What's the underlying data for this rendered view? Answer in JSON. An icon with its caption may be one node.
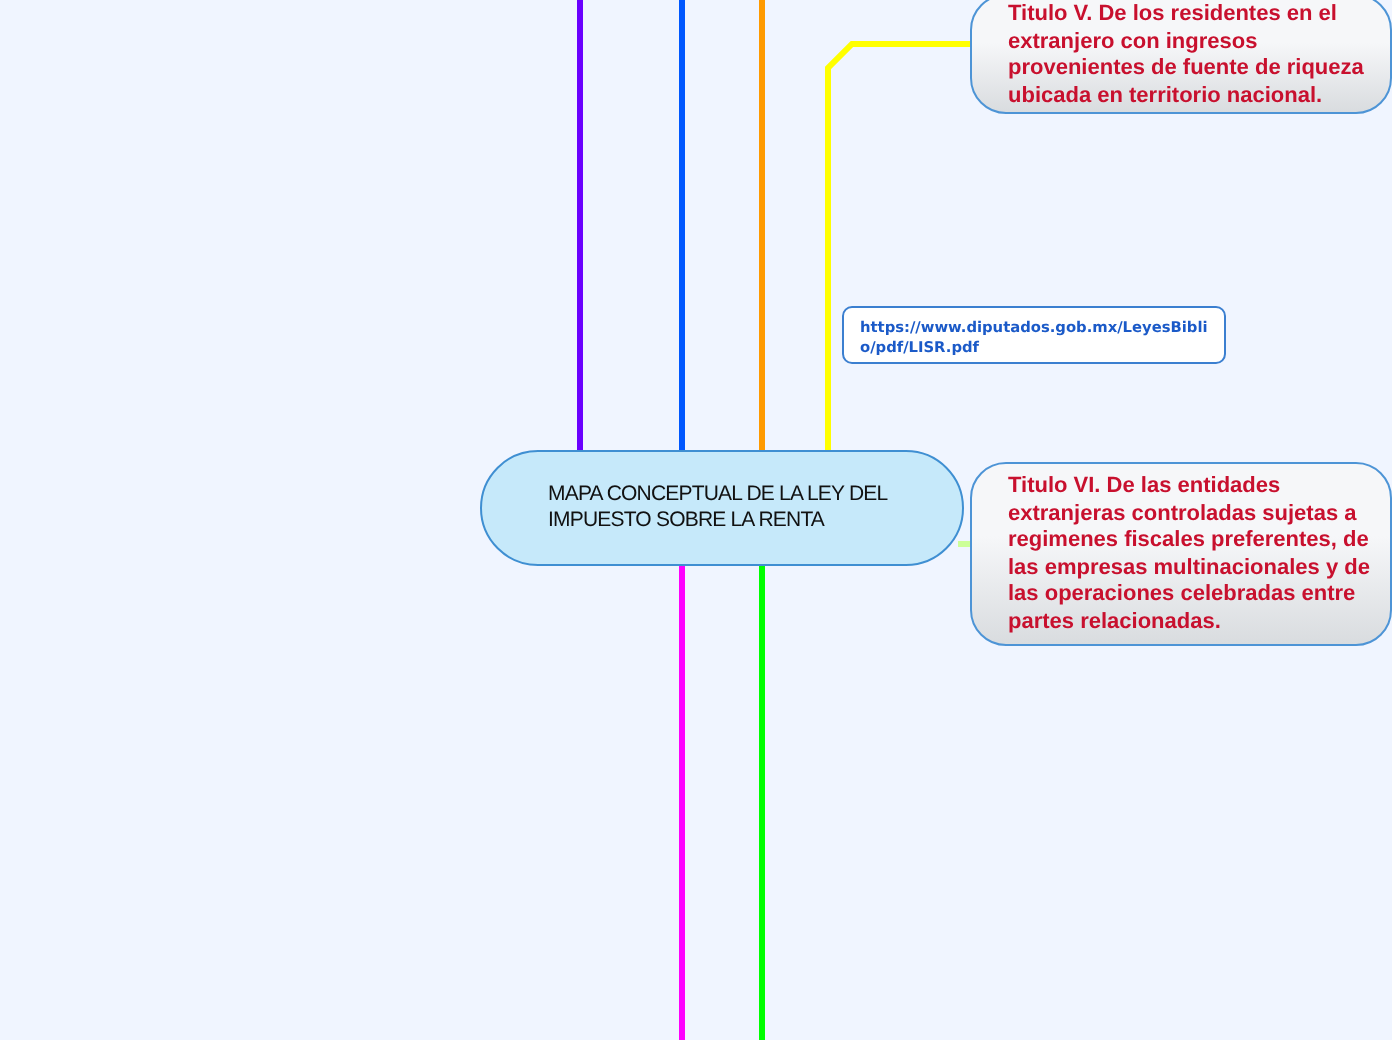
{
  "diagram": {
    "nodes": [
      {
        "text": [
          "MAPA CONCEPTUAL DE LA LEY DEL IMPUESTO SOBRE LA RENTA"
        ]
      },
      {
        "text": [
          "Titulo V.  De los residentes en el extranjero con ingresos provenientes de fuente de riqueza ubicada en territorio nacional."
        ]
      },
      {
        "text": [
          "https://www.diputados.gob.mx/LeyesBiblio/pdf/LISR.pdf"
        ]
      },
      {
        "text": [
          "Titulo VI.  De las entidades extranjeras controladas sujetas a regimenes fiscales preferentes, de las empresas multinacionales y de las operaciones celebradas entre partes relacionadas."
        ]
      }
    ],
    "edges": [
      {
        "from": 0,
        "to": null,
        "arrow": "none",
        "color": "#6a00ff"
      },
      {
        "from": 0,
        "to": null,
        "arrow": "none",
        "color": "#0057ff"
      },
      {
        "from": 0,
        "to": null,
        "arrow": "none",
        "color": "#ff9a00"
      },
      {
        "from": 0,
        "to": 1,
        "arrow": "none",
        "color": "#ffff00"
      },
      {
        "from": 0,
        "to": 3,
        "arrow": "none",
        "color": "#ccff99"
      },
      {
        "from": 0,
        "to": null,
        "arrow": "none",
        "color": "#ff00ff"
      },
      {
        "from": 0,
        "to": null,
        "arrow": "none",
        "color": "#00ff00"
      }
    ]
  }
}
